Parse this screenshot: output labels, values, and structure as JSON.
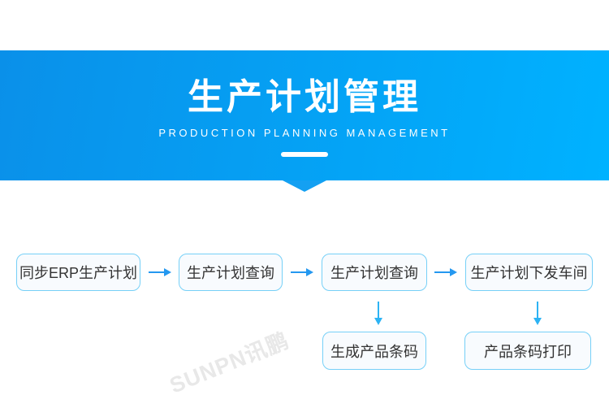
{
  "banner": {
    "title": "生产计划管理",
    "subtitle": "PRODUCTION PLANNING MANAGEMENT"
  },
  "flow": {
    "nodes": [
      {
        "id": "sync-erp-plan",
        "label": "同步ERP生产计划"
      },
      {
        "id": "plan-query-1",
        "label": "生产计划查询"
      },
      {
        "id": "plan-query-2",
        "label": "生产计划查询"
      },
      {
        "id": "plan-dispatch",
        "label": "生产计划下发车间"
      },
      {
        "id": "generate-barcode",
        "label": "生成产品条码"
      },
      {
        "id": "print-barcode",
        "label": "产品条码打印"
      }
    ]
  },
  "watermark": {
    "text": "SUNPN讯鹏"
  },
  "colors": {
    "banner_left": "#0a90e9",
    "banner_right": "#00b2ff",
    "banner_pointer": "#14a0f2",
    "box_border": "#76d0f7",
    "box_bg": "#f8fbfe",
    "box_text": "#333333",
    "arrow_h": "#2498f0",
    "arrow_v": "#2cb3f4",
    "watermark": "#e8e8e8"
  }
}
